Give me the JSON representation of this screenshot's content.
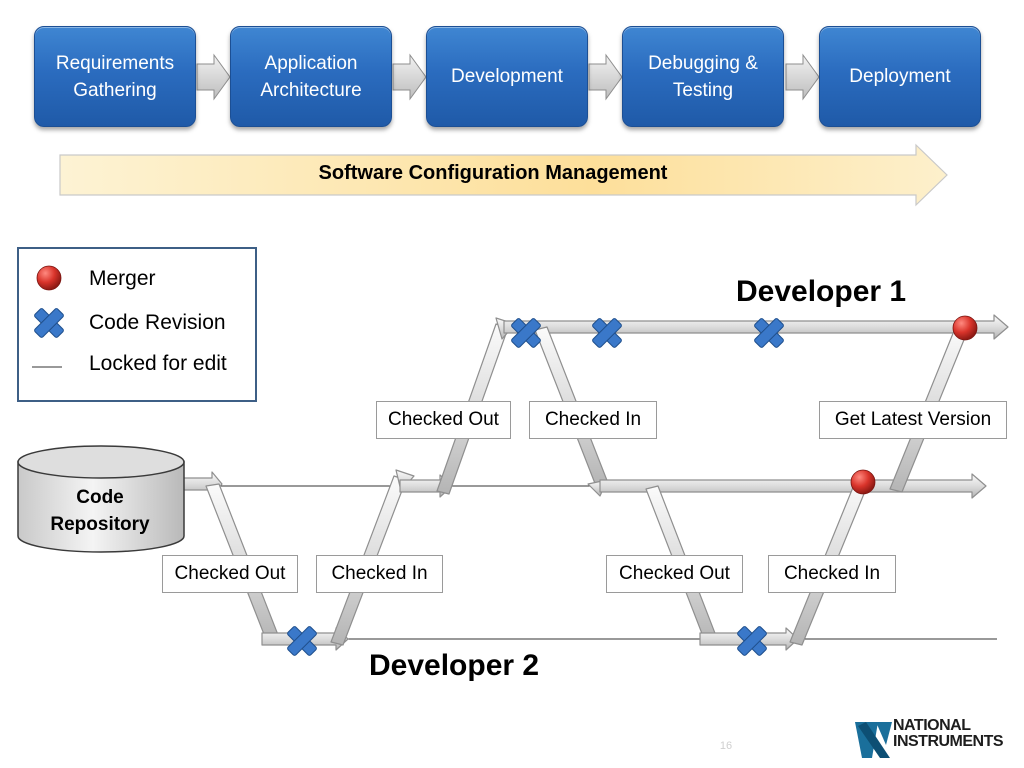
{
  "pipeline": {
    "stages": [
      "Requirements\nGathering",
      "Application\nArchitecture",
      "Development",
      "Debugging &\nTesting",
      "Deployment"
    ],
    "banner": "Software Configuration Management"
  },
  "legend": {
    "merger": "Merger",
    "code_revision": "Code Revision",
    "locked": "Locked for edit"
  },
  "repository": "Code\nRepository",
  "developers": {
    "dev1": "Developer 1",
    "dev2": "Developer 2"
  },
  "flow_labels": {
    "dev1_checked_out": "Checked Out",
    "dev1_checked_in": "Checked In",
    "get_latest": "Get Latest Version",
    "dev2_checked_out_1": "Checked Out",
    "dev2_checked_in_1": "Checked In",
    "dev2_checked_out_2": "Checked Out",
    "dev2_checked_in_2": "Checked In"
  },
  "colors": {
    "stage_blue": "#2b6cbf",
    "revision_blue": "#3a78c9",
    "merger_red": "#d9342b",
    "banner_yellow": "#fde4a8"
  },
  "footer": {
    "page_number": "16",
    "logo": "NATIONAL\nINSTRUMENTS"
  }
}
